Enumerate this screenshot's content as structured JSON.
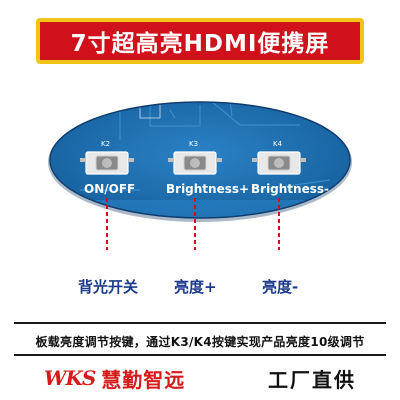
{
  "header": {
    "title": "7寸超高亮HDMI便携屏"
  },
  "board": {
    "keys": [
      {
        "id": "K2",
        "label": "ON/OFF",
        "cn_label": "背光开关"
      },
      {
        "id": "K3",
        "label": "Brightness+",
        "cn_label": "亮度+"
      },
      {
        "id": "K4",
        "label": "Brightness-",
        "cn_label": "亮度-"
      }
    ],
    "colors": {
      "pcb": "#1f6fb2",
      "pcb_edge": "#0e3e6e",
      "silkscreen": "#ffffff",
      "leader": "#d0111b"
    }
  },
  "info": {
    "text": "板载亮度调节按键，通过K3/K4按键实现产品亮度10级调节"
  },
  "footer": {
    "logo": "WKS",
    "brand": "慧勤智远",
    "slogan": "工厂直供"
  }
}
